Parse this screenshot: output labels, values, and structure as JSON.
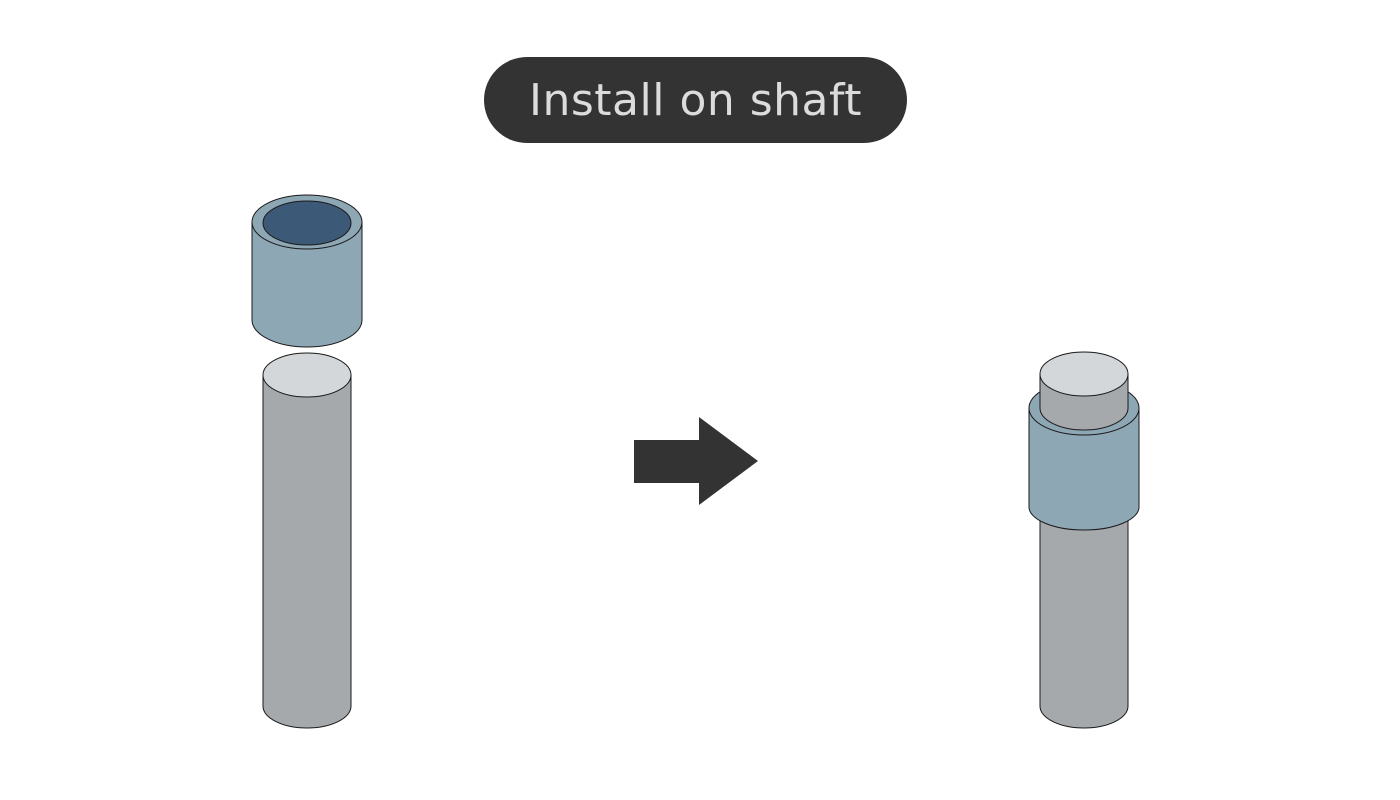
{
  "title": {
    "text": "Install on shaft"
  },
  "colors": {
    "title_bg": "#333333",
    "title_text": "#dcdcdc",
    "shaft_body": "#a5a9ac",
    "shaft_top": "#d3d7da",
    "bushing_body": "#8ea7b5",
    "bushing_bore": "#3c5a78",
    "arrow": "#333333",
    "outline": "#1a1a1a"
  },
  "icons": {
    "before": "bushing-above-shaft",
    "arrow": "right-arrow-icon",
    "after": "bushing-installed-on-shaft"
  }
}
